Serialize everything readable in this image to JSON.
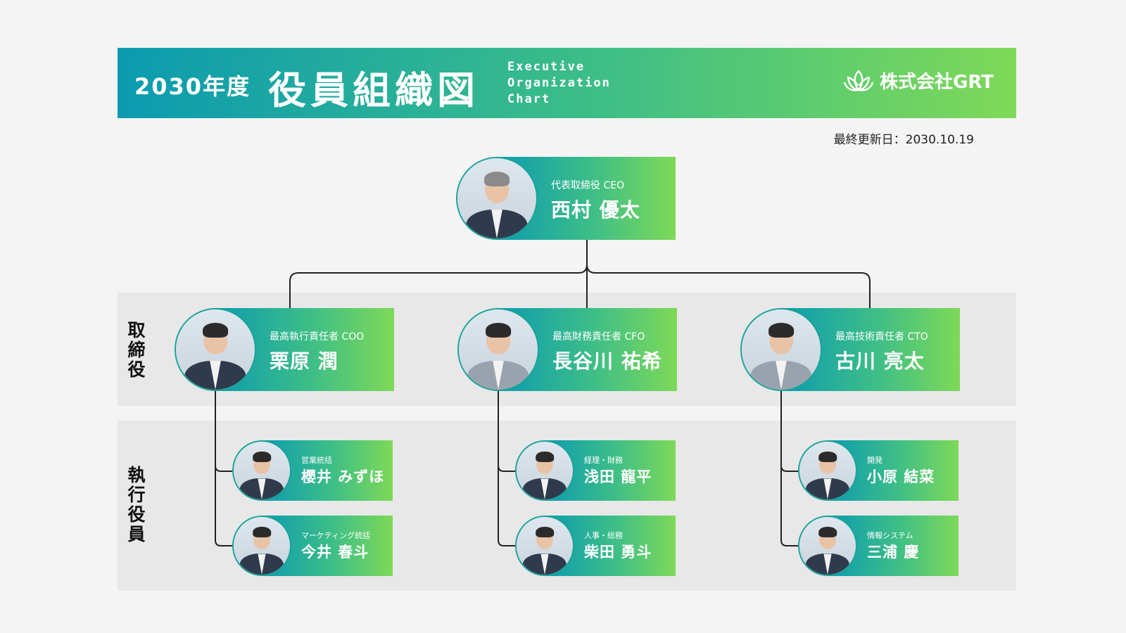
{
  "header": {
    "year": "2030年度",
    "title": "役員組織図",
    "subtitle_lines": [
      "Executive",
      "Organization",
      "Chart"
    ],
    "company": "株式会社GRT",
    "logo_icon": "lotus-icon"
  },
  "updated": {
    "label": "最終更新日：",
    "date": "2030.10.19"
  },
  "bands": {
    "directors": "取締役",
    "executives": "執行役員"
  },
  "ceo": {
    "role": "代表取締役 CEO",
    "name": "西村 優太"
  },
  "directors": [
    {
      "role": "最高執行責任者 COO",
      "name": "栗原 潤"
    },
    {
      "role": "最高財務責任者 CFO",
      "name": "長谷川 祐希"
    },
    {
      "role": "最高技術責任者 CTO",
      "name": "古川 亮太"
    }
  ],
  "executives": [
    {
      "role": "営業統括",
      "name": "櫻井 みずほ"
    },
    {
      "role": "マーケティング統括",
      "name": "今井 春斗"
    },
    {
      "role": "経理・財務",
      "name": "浅田 龍平"
    },
    {
      "role": "人事・総務",
      "name": "柴田 勇斗"
    },
    {
      "role": "開発",
      "name": "小原 結菜"
    },
    {
      "role": "情報システム",
      "name": "三浦 慶"
    }
  ],
  "colors": {
    "gradient_start": "#0b9bb0",
    "gradient_mid": "#3fbf86",
    "gradient_end": "#7ed957",
    "band": "#e8e8e8",
    "line": "#222222"
  }
}
